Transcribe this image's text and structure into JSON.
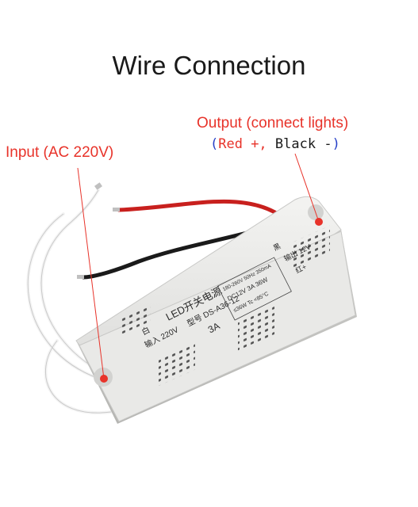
{
  "title": "Wire Connection",
  "output_label": "Output (connect lights)",
  "output_sub": {
    "open": "(",
    "red": "Red +,",
    "black": " Black -",
    "close": ")"
  },
  "input_label": "Input (AC 220V)",
  "device": {
    "brand_text": "LED开关电源",
    "model_text": "型号 DS-A36-12",
    "input_text": "输入 220V",
    "output_text": "输出 12V",
    "spec1": "180-260V 50Hz 350mA",
    "spec2": "DC12V 3A 36W",
    "spec3": "≤36W Tc <85°C",
    "current_text": "3A",
    "white_text": "白",
    "black_text": "黑",
    "red_text": "红+"
  },
  "colors": {
    "label_red": "#e8332a",
    "paren_blue": "#2740c8",
    "case_gray": "#e6e6e4"
  }
}
